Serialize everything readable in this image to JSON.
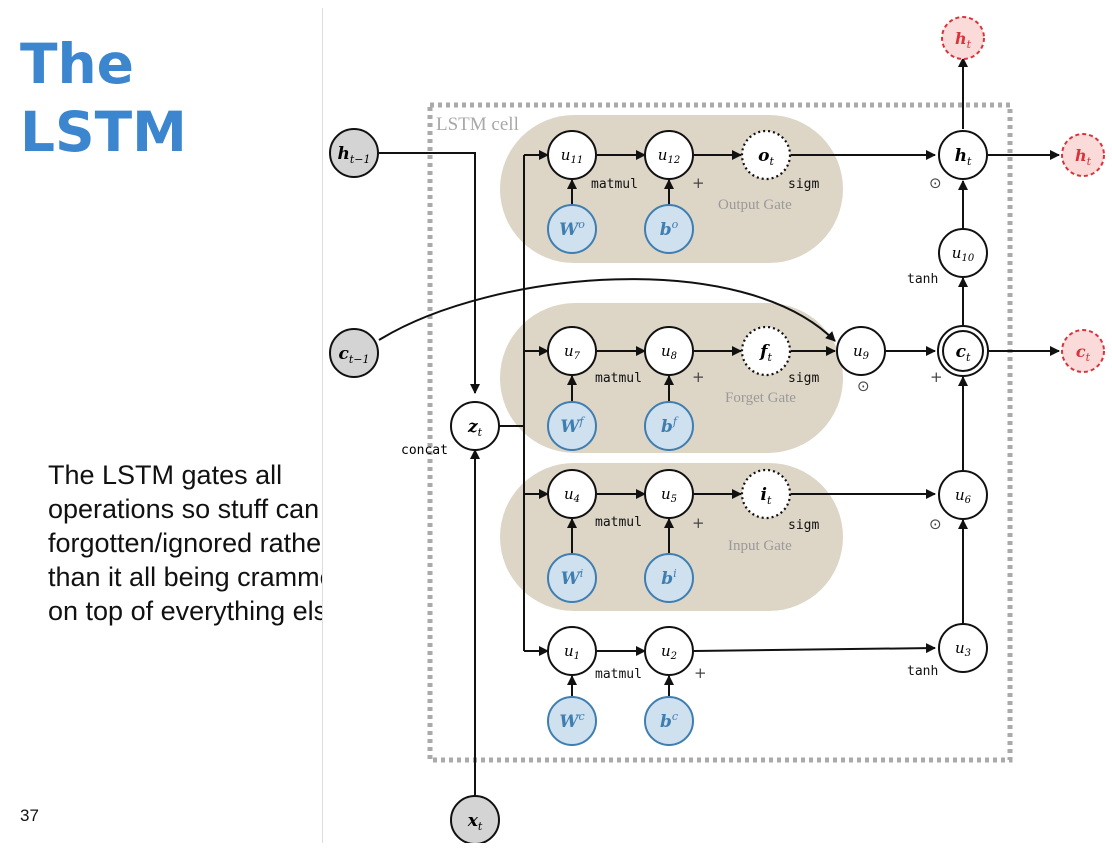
{
  "slide": {
    "title_line1": "The",
    "title_line2": "LSTM",
    "body": "The LSTM gates all operations so stuff can be forgotten/ignored rather than it all being crammed on top of everything else",
    "page_number": "37",
    "title_color": "#3b86cf"
  },
  "diagram": {
    "cell_label": "LSTM cell",
    "gates": {
      "output": "Output Gate",
      "forget": "Forget Gate",
      "input": "Input Gate"
    },
    "ops": {
      "matmul": "matmul",
      "plus": "+",
      "sigm": "sigm",
      "tanh": "tanh",
      "concat": "concat",
      "hadamard": "⊙"
    },
    "nodes": {
      "h_prev": "h",
      "h_prev_sub": "t−1",
      "c_prev": "c",
      "c_prev_sub": "t−1",
      "x": "x",
      "x_sub": "t",
      "z": "z",
      "z_sub": "t",
      "u": "u",
      "u1": "1",
      "u2": "2",
      "u3": "3",
      "u4": "4",
      "u5": "5",
      "u6": "6",
      "u7": "7",
      "u8": "8",
      "u9": "9",
      "u10": "10",
      "u11": "11",
      "u12": "12",
      "o": "o",
      "f": "f",
      "i": "i",
      "gate_sub": "t",
      "W": "W",
      "b": "b",
      "sup_o": "o",
      "sup_f": "f",
      "sup_i": "i",
      "sup_c": "c",
      "h_out": "h",
      "c_out": "c",
      "out_sub": "t"
    },
    "colors": {
      "gate_fill": "#ddd5c6",
      "param_fill": "#cfe0ef",
      "param_stroke": "#3e7eb0",
      "output_stroke": "#d9333a",
      "output_fill": "#fbdada",
      "input_fill": "#d4d4d4"
    }
  }
}
